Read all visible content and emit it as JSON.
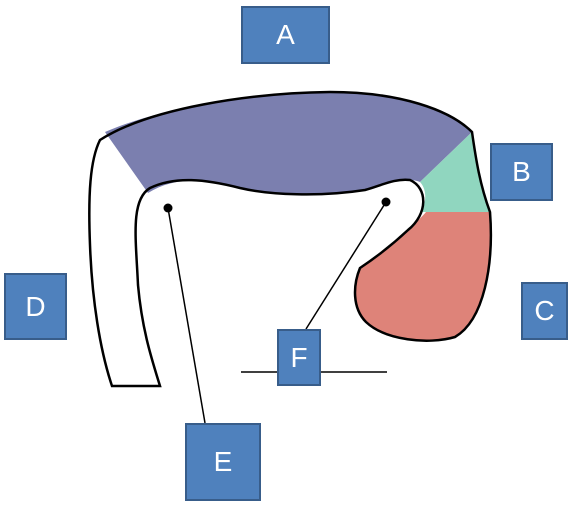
{
  "labels": {
    "a": "A",
    "b": "B",
    "c": "C",
    "d": "D",
    "e": "E",
    "f": "F"
  },
  "colors": {
    "region_a": "#7b7faf",
    "region_b": "#90d6bf",
    "region_c": "#de8379",
    "outline": "#000000",
    "label_fill": "#4f81bd",
    "label_border": "#385d8a",
    "label_text": "#ffffff"
  }
}
